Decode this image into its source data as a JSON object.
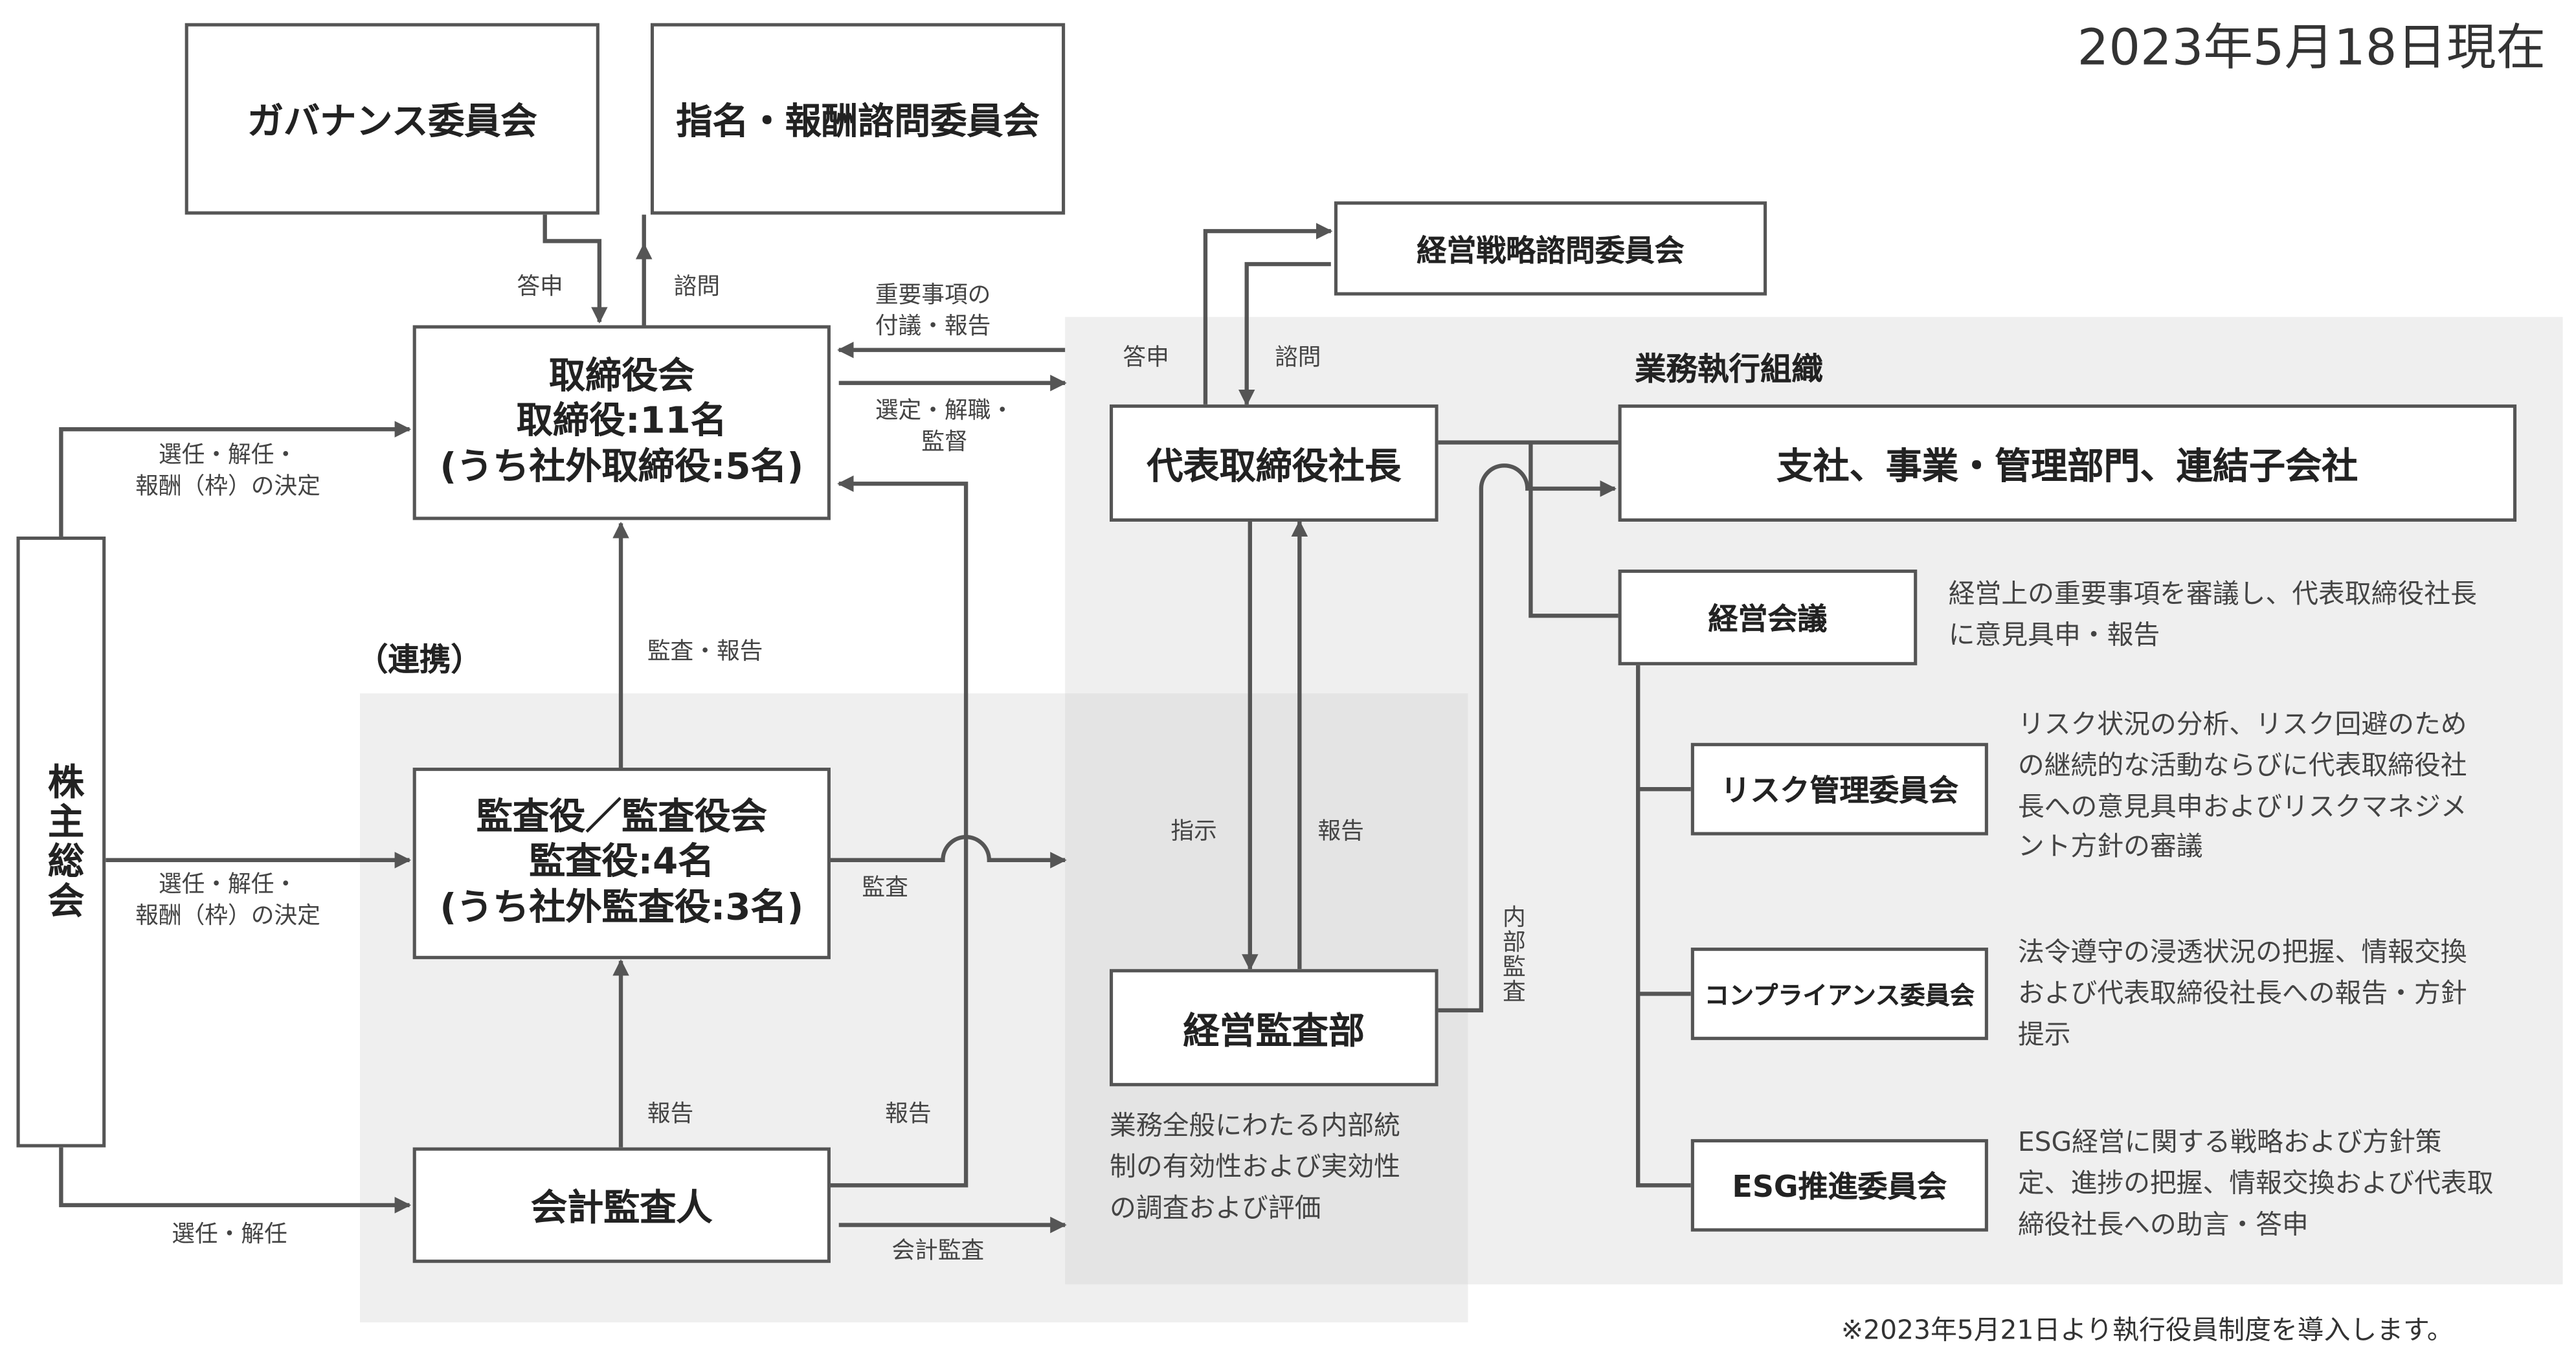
{
  "date_note": "2023年5月18日現在",
  "footnote": "※2023年5月21日より執行役員制度を導入します。",
  "boxes": {
    "governance": "ガバナンス委員会",
    "nomination": "指名・報酬諮問委員会",
    "strategy": "経営戦略諮問委員会",
    "board": [
      "取締役会",
      "取締役:11名",
      "(うち社外取締役:5名)"
    ],
    "auditors": [
      "監査役／監査役会",
      "監査役:4名",
      "(うち社外監査役:3名)"
    ],
    "accounting_auditor": "会計監査人",
    "shareholders": "株主総会",
    "president": "代表取締役社長",
    "internal_audit": "経営監査部",
    "business_units": "支社、事業・管理部門、連結子会社",
    "management_meeting": "経営会議",
    "risk": "リスク管理委員会",
    "compliance": "コンプライアンス委員会",
    "esg": "ESG推進委員会"
  },
  "labels": {
    "toshin_top": "答申",
    "shimon_top": "諮問",
    "important_matters": [
      "重要事項の",
      "付議・報告"
    ],
    "appoint_dismiss": [
      "選定・解職・",
      "監督"
    ],
    "toshin_exec": "答申",
    "shimon_exec": "諮問",
    "elect_board": [
      "選任・解任・",
      "報酬（枠）の決定"
    ],
    "elect_auditors": [
      "選任・解任・",
      "報酬（枠）の決定"
    ],
    "elect_accounting": "選任・解任",
    "audit_report": "監査・報告",
    "renkei": "（連携）",
    "kansa": "監査",
    "report_acc_to_aud": "報告",
    "report_acc_to_board": "報告",
    "accounting_audit": "会計監査",
    "instruct": "指示",
    "report_ia": "報告",
    "internal_audit_v": "内部監査",
    "exec_org": "業務執行組織"
  },
  "descriptions": {
    "internal_audit": [
      "業務全般にわたる内部統",
      "制の有効性および実効性",
      "の調査および評価"
    ],
    "management_meeting": [
      "経営上の重要事項を審議し、代表取締役社長",
      "に意見具申・報告"
    ],
    "risk": [
      "リスク状況の分析、リスク回避のため",
      "の継続的な活動ならびに代表取締役社",
      "長への意見具申およびリスクマネジメ",
      "ント方針の審議"
    ],
    "compliance": [
      "法令遵守の浸透状況の把握、情報交換",
      "および代表取締役社長への報告・方針",
      "提示"
    ],
    "esg": [
      "ESG経営に関する戦略および方針策",
      "定、進捗の把握、情報交換および代表取",
      "締役社長への助言・答申"
    ]
  },
  "colors": {
    "line": "#555555",
    "zone": "#efefef"
  }
}
